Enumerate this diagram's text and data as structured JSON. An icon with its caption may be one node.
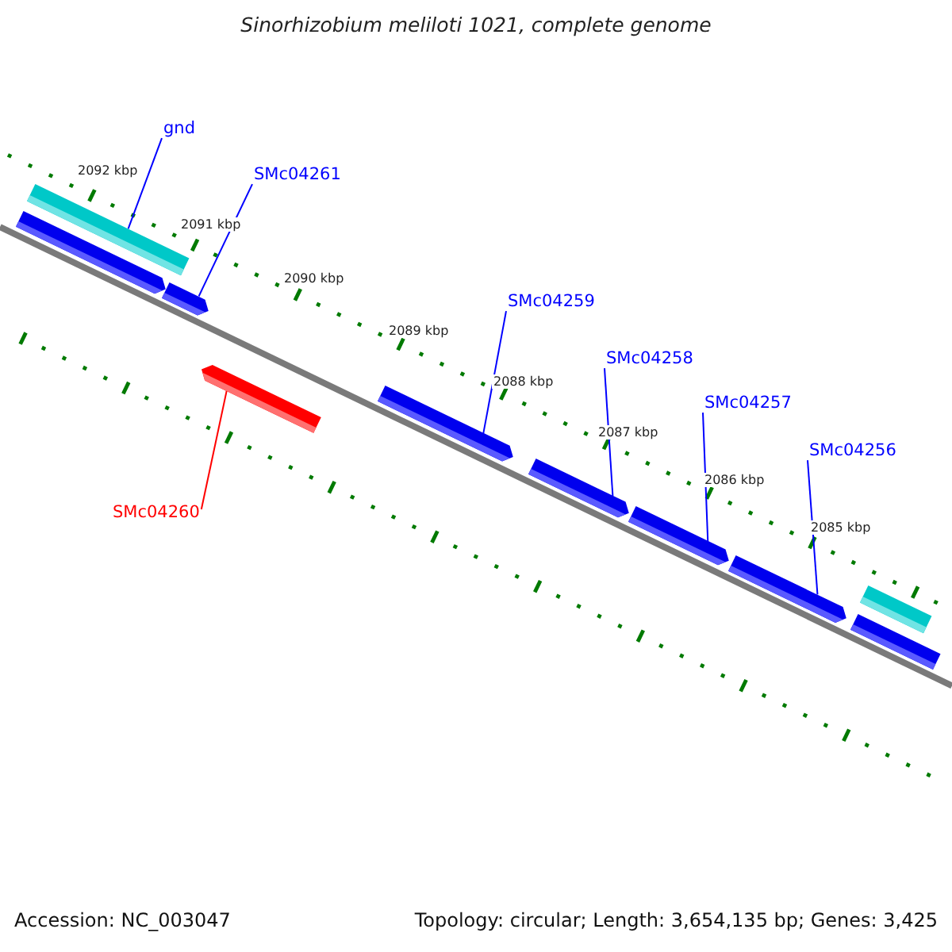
{
  "diagram": {
    "title": "Sinorhizobium meliloti 1021, complete genome",
    "nodes": [
      {
        "text": [
          "gnd"
        ]
      },
      {
        "text": [
          "SMc04261"
        ]
      },
      {
        "text": [
          "SMc04259"
        ]
      },
      {
        "text": [
          "SMc04258"
        ]
      },
      {
        "text": [
          "SMc04257"
        ]
      },
      {
        "text": [
          "SMc04256"
        ]
      },
      {
        "text": [
          "SMc04260"
        ]
      },
      {
        "text": [],
        "shape": "bar"
      },
      {
        "text": [],
        "shape": "bar"
      },
      {
        "text": [],
        "shape": "bar"
      },
      {
        "text": [],
        "shape": "bar"
      },
      {
        "text": [],
        "shape": "bar"
      },
      {
        "text": [],
        "shape": "bar"
      },
      {
        "text": [],
        "shape": "bar"
      },
      {
        "text": [],
        "shape": "bar"
      },
      {
        "text": [],
        "shape": "bar"
      },
      {
        "text": [],
        "shape": "bar"
      }
    ],
    "edges": [
      {
        "from": 0,
        "to": 7,
        "arrow": "none"
      },
      {
        "from": 1,
        "to": 9,
        "arrow": "none"
      },
      {
        "from": 2,
        "to": 11,
        "arrow": "none"
      },
      {
        "from": 3,
        "to": 12,
        "arrow": "none"
      },
      {
        "from": 4,
        "to": 13,
        "arrow": "none"
      },
      {
        "from": 5,
        "to": 14,
        "arrow": "none"
      },
      {
        "from": 6,
        "to": 10,
        "arrow": "none",
        "color": "#ff0000"
      }
    ],
    "labels": [
      "2092 kbp",
      "2091 kbp",
      "2090 kbp",
      "2089 kbp",
      "2088 kbp",
      "2087 kbp",
      "2086 kbp",
      "2085 kbp",
      "Accession: NC_003047",
      "Topology: circular; Length: 3,654,135 bp; Genes: 3,425"
    ]
  }
}
